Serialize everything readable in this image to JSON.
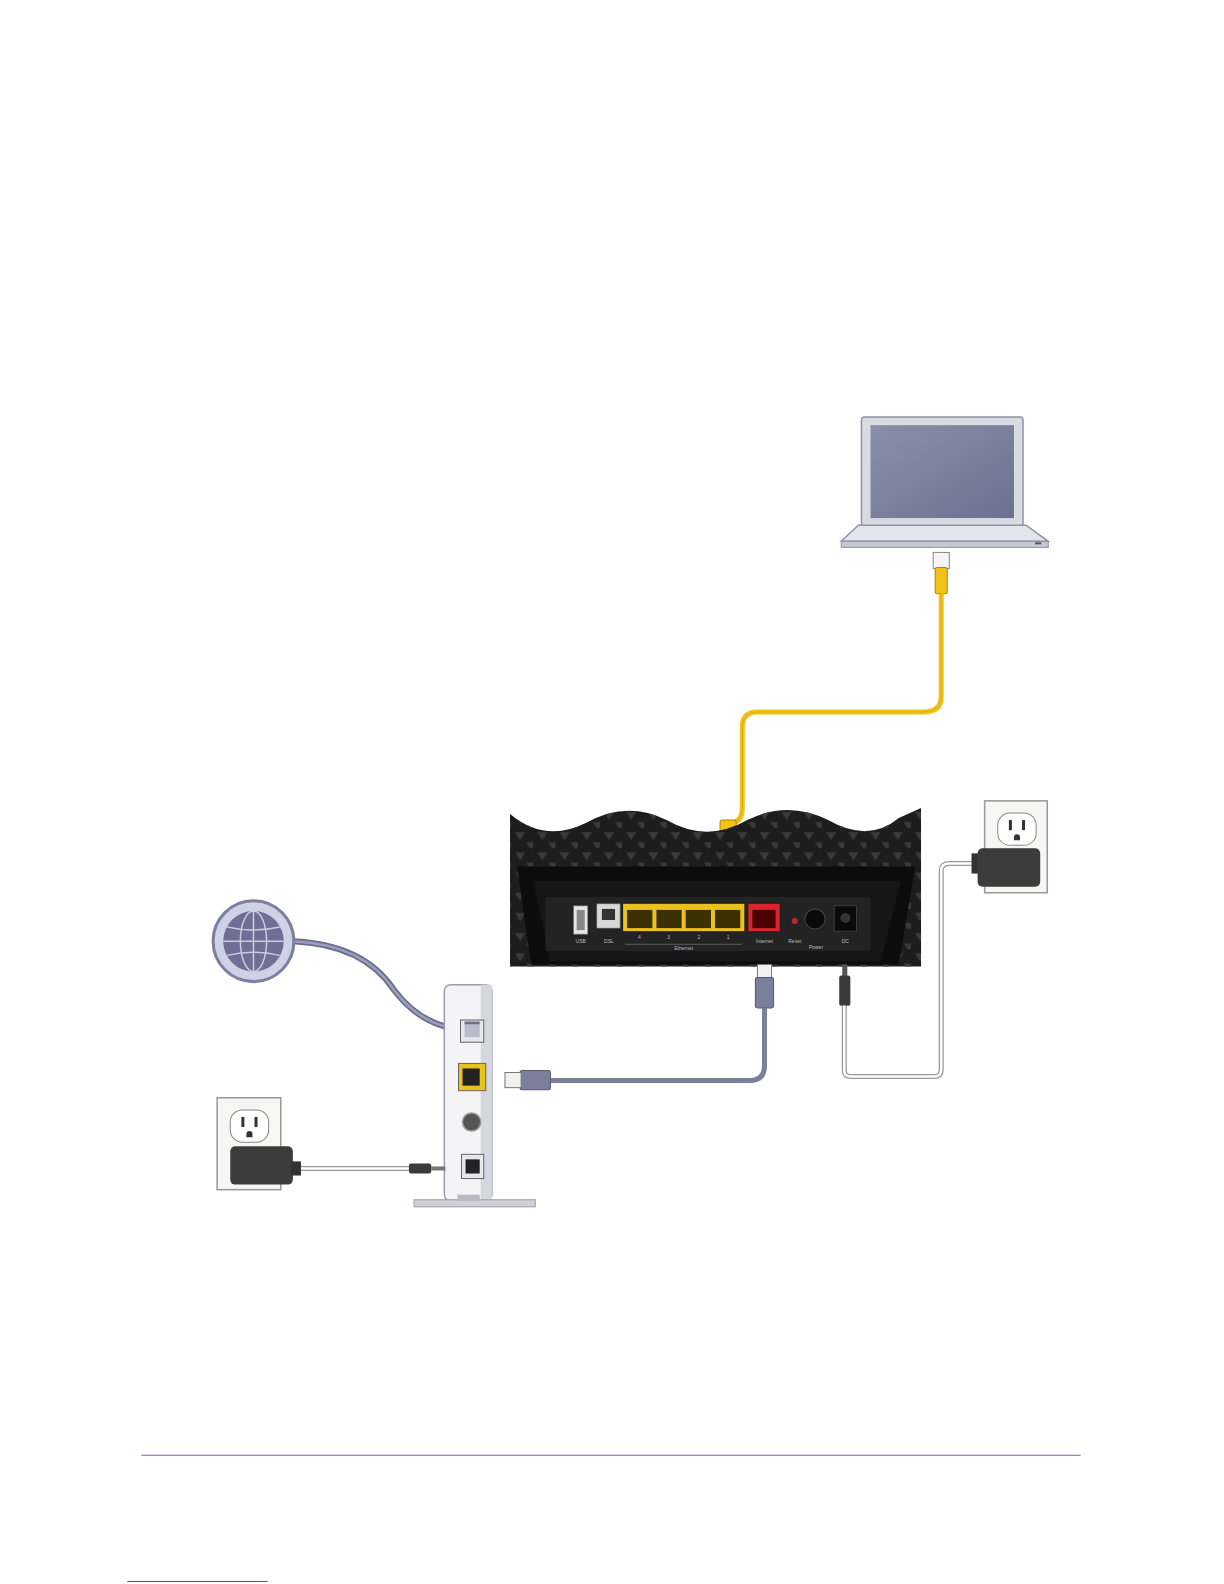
{
  "diagram": {
    "labels": [
      "USB",
      "DSL",
      "4",
      "3",
      "2",
      "1",
      "Ethernet",
      "Internet",
      "Reset",
      "Power",
      "DC"
    ]
  }
}
